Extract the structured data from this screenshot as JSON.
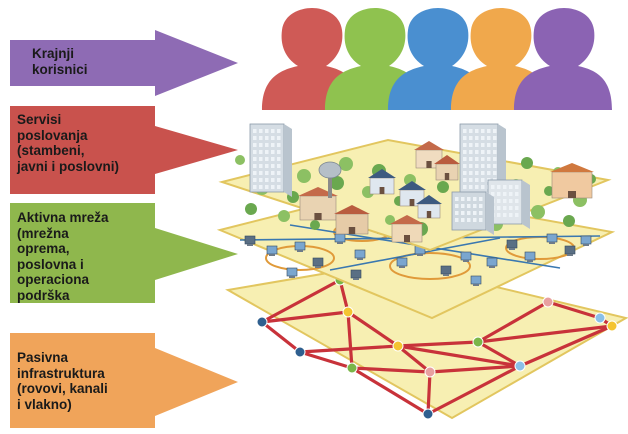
{
  "layers": [
    {
      "id": "users",
      "lines": [
        "Krajnji",
        "korisnici"
      ],
      "color": "#8e6bb4"
    },
    {
      "id": "services",
      "lines": [
        "Servisi",
        "poslovanja",
        "(stambeni,",
        "javni i poslovni)"
      ],
      "color": "#c9524d"
    },
    {
      "id": "active",
      "lines": [
        "Aktivna mreža",
        "(mrežna",
        "oprema,",
        "poslovna i",
        "operaciona",
        "podrška"
      ],
      "color": "#8fb74d"
    },
    {
      "id": "passive",
      "lines": [
        "Pasivna",
        "infrastruktura",
        "(rovovi, kanali",
        "i vlakno)"
      ],
      "color": "#f0a45a"
    }
  ],
  "users_colors": [
    "#cf5a56",
    "#8fc24f",
    "#4a8fd0",
    "#f0a84c",
    "#8b63b3"
  ],
  "colors": {
    "plane_fill": "#f7efb2",
    "plane_stroke": "#e2c65f",
    "fiber": "#c8323a"
  },
  "node_colors": [
    "#2f5f8f",
    "#f4c430",
    "#7ab648",
    "#e8a0a0",
    "#8ac0e8"
  ]
}
